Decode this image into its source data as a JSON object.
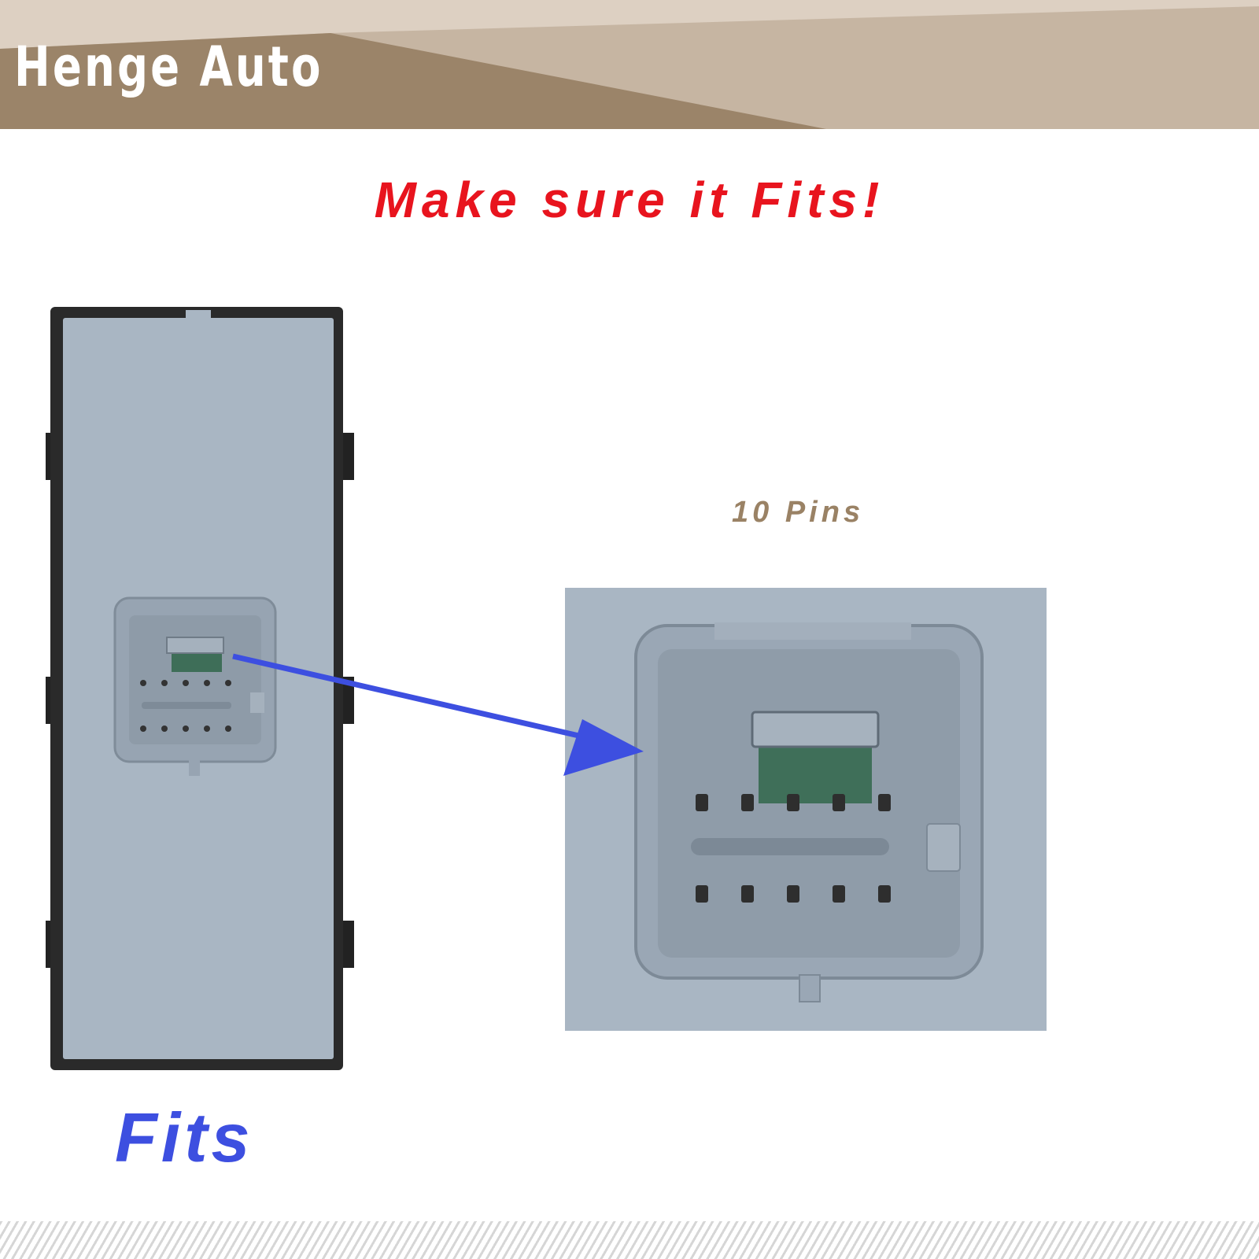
{
  "brand": {
    "name": "Henge Auto"
  },
  "headline": {
    "text": "Make sure it Fits!"
  },
  "callout": {
    "pins": "10 Pins"
  },
  "caption": {
    "fits": "Fits"
  },
  "colors": {
    "banner_dark": "#9b8469",
    "banner_light": "#c6b5a2",
    "banner_pale": "#ddd0c2",
    "headline": "#e8141e",
    "pins": "#9a8265",
    "fits": "#3d4fe0",
    "arrow": "#3d4fe0",
    "switch_body": "#a9b6c3",
    "switch_frame": "#2a2a2a"
  },
  "icons": {
    "product": "window-switch-back-view",
    "connector": "10-pin-connector-closeup",
    "arrow": "arrow-right-icon"
  }
}
